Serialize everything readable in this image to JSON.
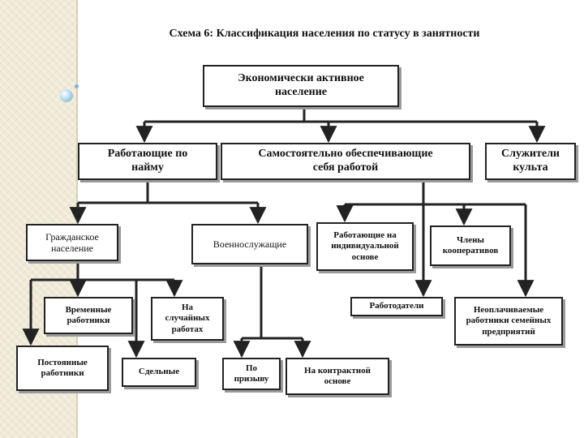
{
  "title": "Схема 6: Классификация населения по статусу в занятности",
  "nodes": {
    "root": "Экономически активное\nнаселение",
    "hired": "Работающие по\nнайму",
    "self_employed": "Самостоятельно обеспечивающие\nсебя работой",
    "clergy": "Служители\nкульта",
    "civil": "Гражданское\nнаселение",
    "military": "Военнослужащие",
    "individual": "Работающие на\nиндивидуальной\nоснове",
    "coop": "Члены\nкооперативов",
    "temporary": "Временные\nработники",
    "casual": "На\nслучайных\nработах",
    "permanent": "Постоянные\nработники",
    "piecework": "Сдельные",
    "conscript": "По\nпризыву",
    "contract": "На контрактной\nоснове",
    "employers": "Работодатели",
    "family": "Неоплачиваемые\nработники семейных\nпредприятий"
  },
  "colors": {
    "line": "#222222",
    "shadow": "#9a9a9a",
    "background_strip": "#efe9d6"
  }
}
